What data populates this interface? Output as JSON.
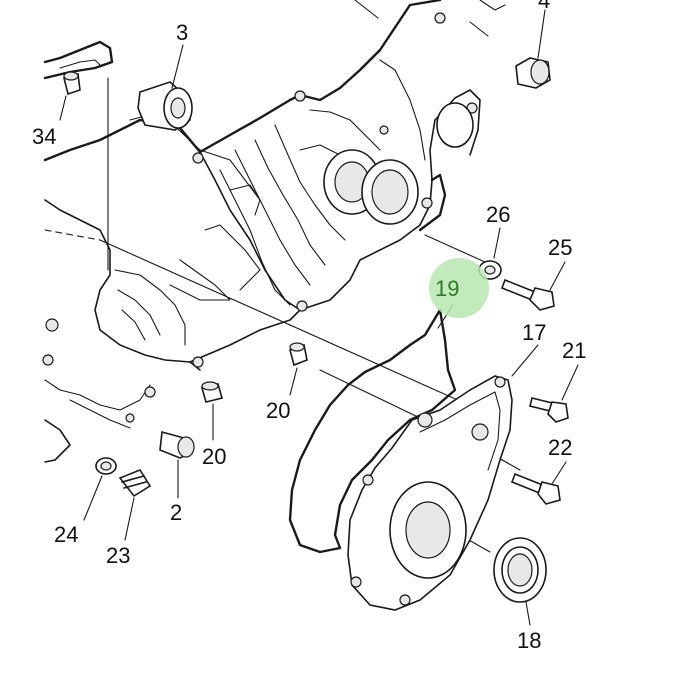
{
  "labels": {
    "p3": "3",
    "p4": "4",
    "p34": "34",
    "p26": "26",
    "p25": "25",
    "p19": "19",
    "p17": "17",
    "p21": "21",
    "p20a": "20",
    "p20b": "20",
    "p22": "22",
    "p2": "2",
    "p24": "24",
    "p23": "23",
    "p18": "18"
  },
  "highlight": {
    "part": "19",
    "color": "#b9e6b0"
  }
}
